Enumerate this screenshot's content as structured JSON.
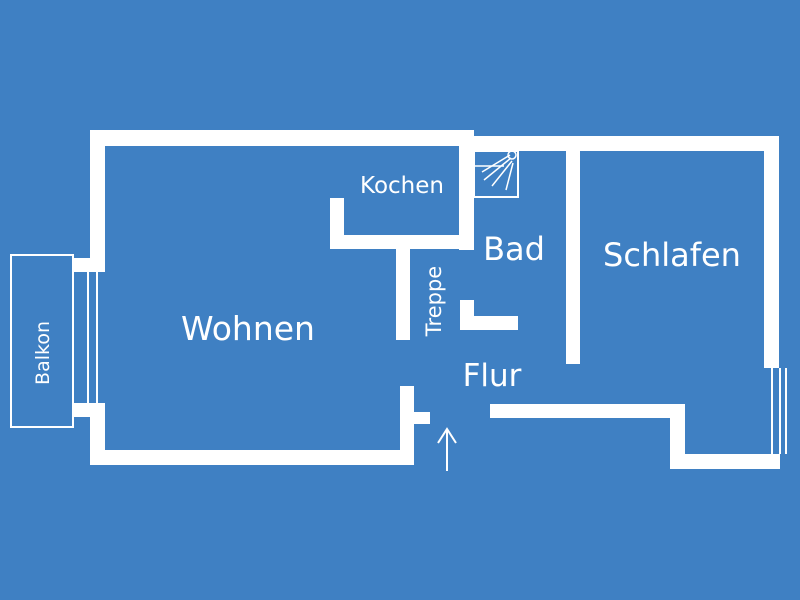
{
  "colors": {
    "background": "#3f80c3",
    "walls": "#ffffff",
    "labels": "#ffffff"
  },
  "rooms": {
    "wohnen": "Wohnen",
    "kochen": "Kochen",
    "bad": "Bad",
    "schlafen": "Schlafen",
    "flur": "Flur",
    "treppe": "Treppe",
    "balkon": "Balkon"
  },
  "icons": {
    "shower": "shower-icon",
    "entrance": "entrance-arrow-icon"
  }
}
